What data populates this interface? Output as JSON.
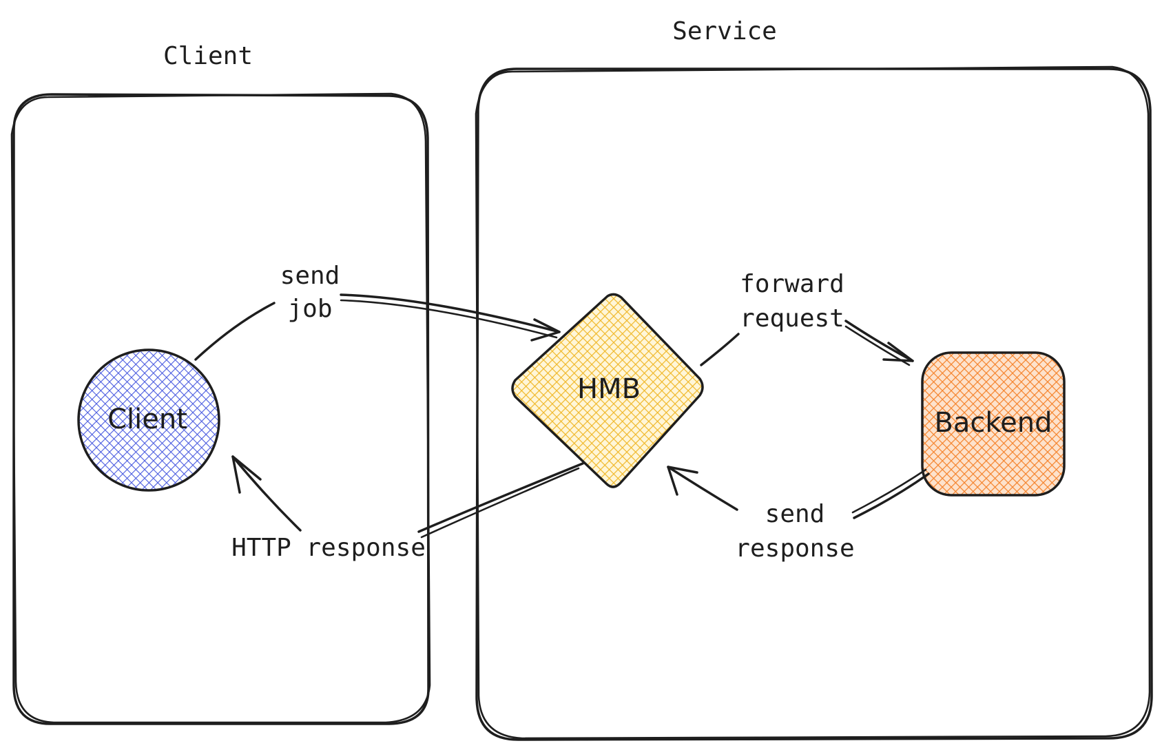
{
  "groups": {
    "client": {
      "title": "Client"
    },
    "service": {
      "title": "Service"
    }
  },
  "nodes": {
    "client": {
      "label": "Client",
      "color": "#4a5be0"
    },
    "hmb": {
      "label": "HMB",
      "color": "#f0b82a"
    },
    "backend": {
      "label": "Backend",
      "color": "#f5822a"
    }
  },
  "edges": {
    "send_job": {
      "line1": "send",
      "line2": "job"
    },
    "forward_request": {
      "line1": "forward",
      "line2": "request"
    },
    "send_response": {
      "line1": "send",
      "line2": "response"
    },
    "http_response": {
      "label": "HTTP response"
    }
  },
  "colors": {
    "ink": "#1e1e1e",
    "background": "#ffffff"
  }
}
